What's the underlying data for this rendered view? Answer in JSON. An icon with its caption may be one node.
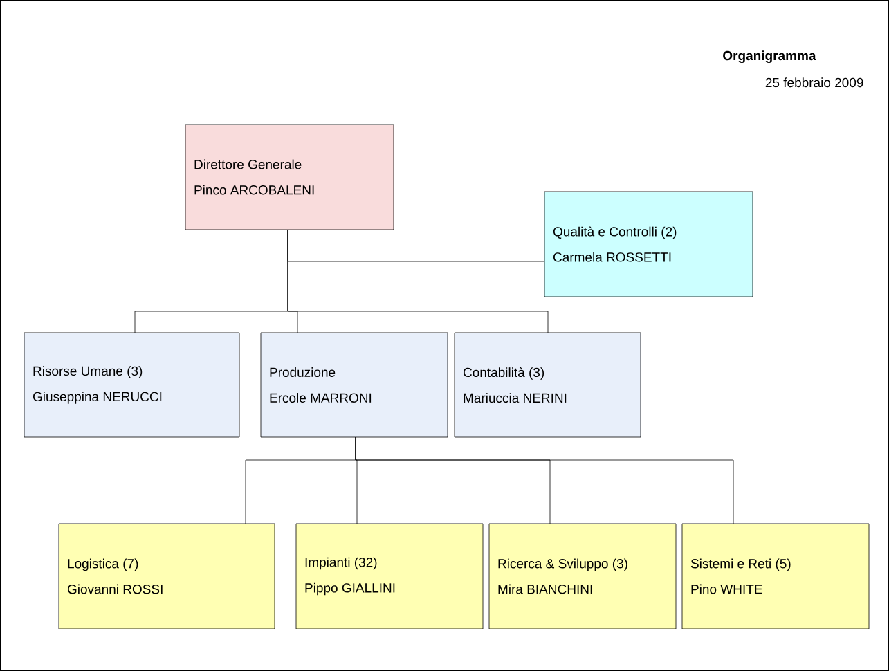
{
  "diagram": {
    "title": "Organigramma",
    "nodes": [
      {
        "text": [
          "Direttore Generale",
          "Pinco ARCOBALENI"
        ]
      },
      {
        "text": [
          "Qualità e Controlli (2)",
          "Carmela ROSSETTI"
        ]
      },
      {
        "text": [
          "Risorse Umane (3)",
          "Giuseppina NERUCCI"
        ]
      },
      {
        "text": [
          "Produzione",
          "Ercole MARRONI"
        ]
      },
      {
        "text": [
          "Contabilità (3)",
          "Mariuccia NERINI"
        ]
      },
      {
        "text": [
          "Logistica  (7)",
          "Giovanni ROSSI"
        ]
      },
      {
        "text": [
          "Impianti (32)",
          "Pippo GIALLINI"
        ]
      },
      {
        "text": [
          "Ricerca & Sviluppo (3)",
          "Mira BIANCHINI"
        ]
      },
      {
        "text": [
          "Sistemi e Reti (5)",
          "Pino WHITE"
        ]
      }
    ],
    "edges": [
      {
        "from": 0,
        "to": 1,
        "arrow": "none"
      },
      {
        "from": 0,
        "to": 2,
        "arrow": "none"
      },
      {
        "from": 0,
        "to": 3,
        "arrow": "none"
      },
      {
        "from": 0,
        "to": 4,
        "arrow": "none"
      },
      {
        "from": 3,
        "to": 5,
        "arrow": "none"
      },
      {
        "from": 3,
        "to": 6,
        "arrow": "none"
      },
      {
        "from": 3,
        "to": 7,
        "arrow": "none"
      },
      {
        "from": 3,
        "to": 8,
        "arrow": "none"
      }
    ],
    "labels": [
      "25 febbraio 2009"
    ]
  }
}
